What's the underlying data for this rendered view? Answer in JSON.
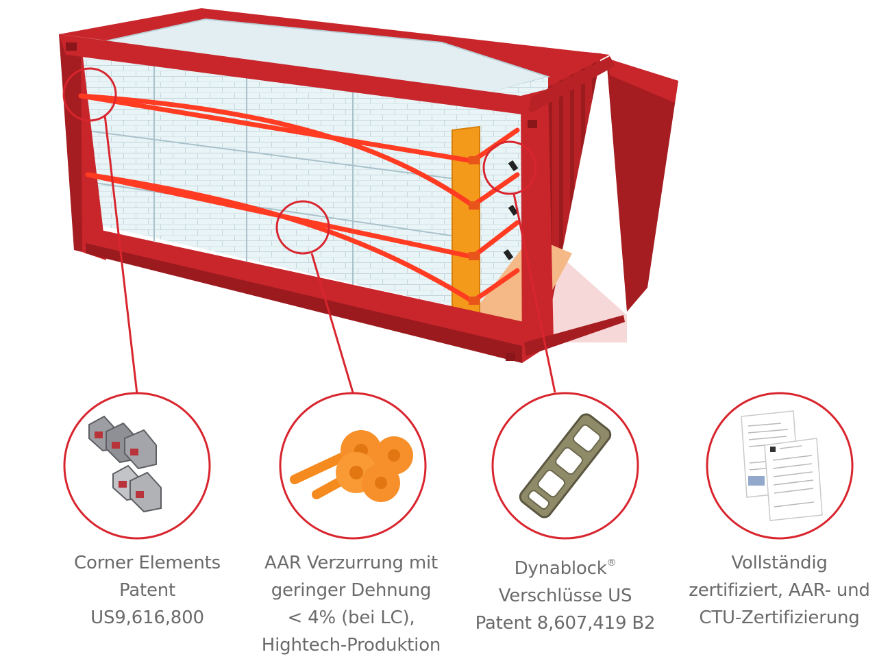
{
  "colors": {
    "container": "#c8262b",
    "container_dark": "#9a1a1e",
    "container_shadow": "#7d1418",
    "strap": "#ff3b22",
    "highlight_circle": "#d8252e",
    "cargo": "#e9f4f7",
    "cargo_line": "#b9ced6",
    "board": "#f39a1a",
    "caption_text": "#6a6a6a"
  },
  "features": [
    {
      "id": "corner-elements",
      "icon": "corner-elements-icon",
      "lines": [
        "Corner Elements",
        "Patent",
        "US9,616,800"
      ]
    },
    {
      "id": "aar-lashing",
      "icon": "strap-rolls-icon",
      "lines": [
        "AAR Verzurrung mit",
        "geringer Dehnung",
        "< 4% (bei LC),",
        "Hightech-Produktion"
      ]
    },
    {
      "id": "dynablock",
      "icon": "buckle-icon",
      "line1": "Dynablock",
      "line1_mark": "®",
      "lines_rest": [
        "Verschlüsse US",
        "Patent 8,607,419 B2"
      ]
    },
    {
      "id": "certification",
      "icon": "certificate-documents-icon",
      "lines": [
        "Vollständig",
        "zertifiziert, AAR- und",
        "CTU-Zertifizierung"
      ]
    }
  ]
}
